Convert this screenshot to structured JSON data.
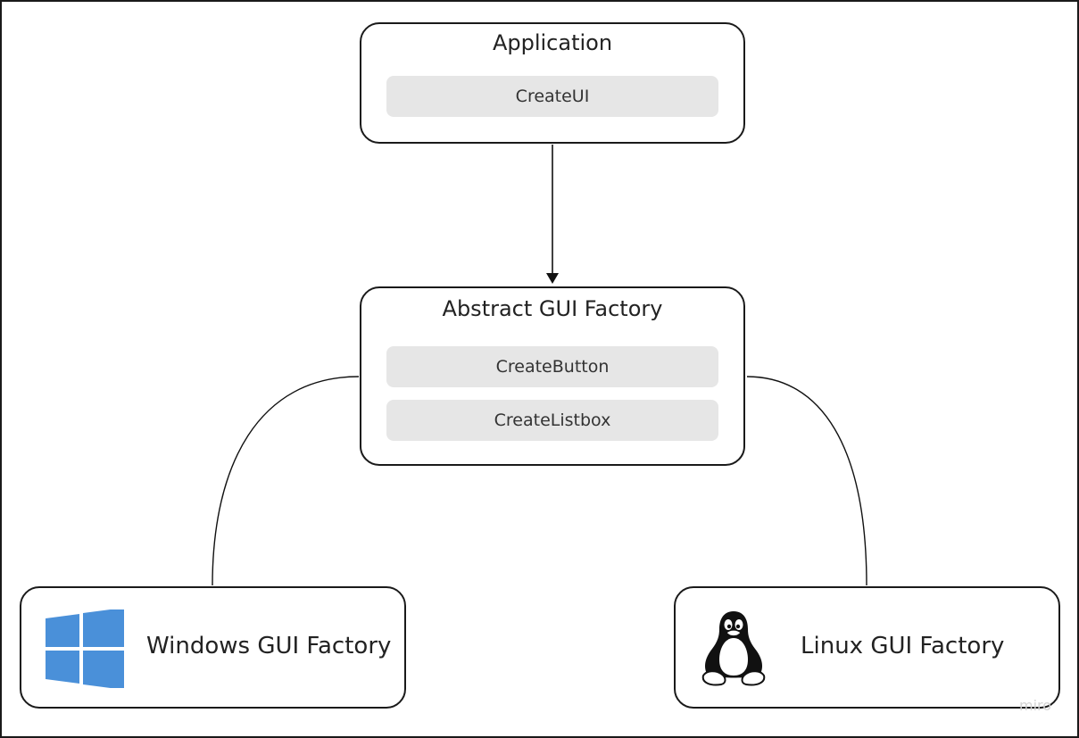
{
  "application": {
    "title": "Application",
    "methods": [
      "CreateUI"
    ]
  },
  "abstract_factory": {
    "title": "Abstract GUI Factory",
    "methods": [
      "CreateButton",
      "CreateListbox"
    ]
  },
  "windows_factory": {
    "label": "Windows GUI Factory",
    "icon": "windows-logo-icon"
  },
  "linux_factory": {
    "label": "Linux GUI Factory",
    "icon": "linux-tux-icon"
  },
  "watermark": "miro",
  "colors": {
    "border": "#1a1a1a",
    "method_fill": "#e6e6e6",
    "windows_blue": "#4a90d9"
  }
}
